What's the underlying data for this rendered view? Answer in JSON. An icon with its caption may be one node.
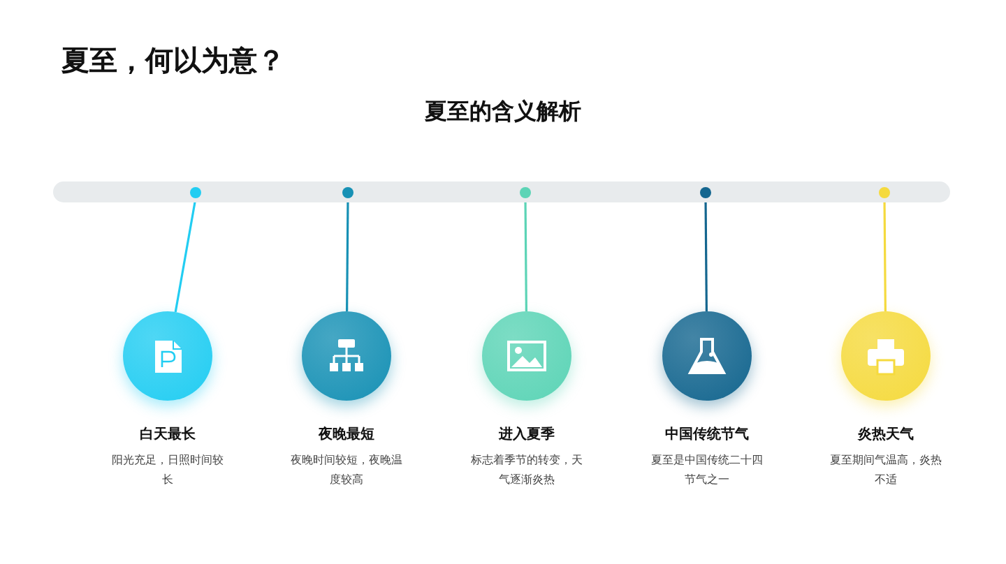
{
  "diagram": {
    "title": "夏至，何以为意？",
    "nodes": [
      {
        "text": [],
        "shape": "bar"
      },
      {
        "text": [],
        "shape": "circle",
        "in": 0
      },
      {
        "text": [],
        "shape": "circle",
        "in": 0
      },
      {
        "text": [],
        "shape": "circle",
        "in": 0
      },
      {
        "text": [],
        "shape": "circle",
        "in": 0
      },
      {
        "text": [],
        "shape": "circle",
        "in": 0
      },
      {
        "text": [
          "白天最长",
          "阳光充足，日照时间较长"
        ]
      },
      {
        "text": [
          "夜晚最短",
          "夜晚时间较短，夜晚温度较高"
        ]
      },
      {
        "text": [
          "进入夏季",
          "标志着季节的转变，天气逐渐炎热"
        ]
      },
      {
        "text": [
          "中国传统节气",
          "夏至是中国传统二十四节气之一"
        ]
      },
      {
        "text": [
          "炎热天气",
          "夏至期间气温高，炎热不适"
        ]
      }
    ],
    "edges": [
      {
        "from": 1,
        "to": 6,
        "arrow": "none",
        "color": "#22cdf2"
      },
      {
        "from": 2,
        "to": 7,
        "arrow": "none",
        "color": "#1791b5"
      },
      {
        "from": 3,
        "to": 8,
        "arrow": "none",
        "color": "#5cd4b6"
      },
      {
        "from": 4,
        "to": 9,
        "arrow": "none",
        "color": "#14668f"
      },
      {
        "from": 5,
        "to": 10,
        "arrow": "none",
        "color": "#f5da3e"
      }
    ],
    "labels": [
      "夏至的含义解析"
    ]
  }
}
